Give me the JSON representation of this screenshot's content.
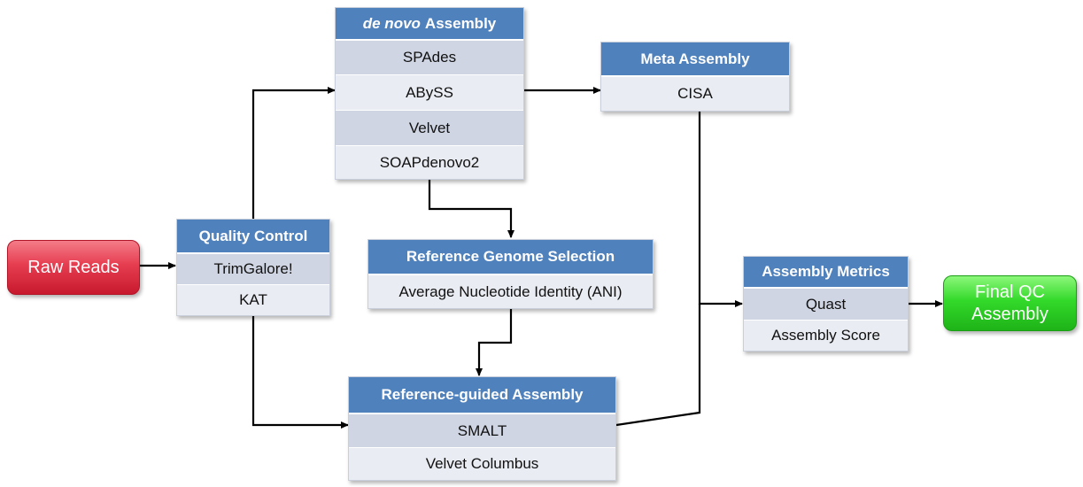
{
  "raw_reads": {
    "label": "Raw Reads"
  },
  "final_qc": {
    "line1": "Final QC",
    "line2": "Assembly"
  },
  "quality_control": {
    "title": "Quality Control",
    "items": [
      "TrimGalore!",
      "KAT"
    ]
  },
  "de_novo": {
    "title_italic": "de novo",
    "title_rest": "Assembly",
    "items": [
      "SPAdes",
      "ABySS",
      "Velvet",
      "SOAPdenovo2"
    ]
  },
  "meta_assembly": {
    "title": "Meta Assembly",
    "items": [
      "CISA"
    ]
  },
  "reference_selection": {
    "title": "Reference Genome Selection",
    "items": [
      "Average Nucleotide Identity (ANI)"
    ]
  },
  "reference_guided": {
    "title": "Reference-guided Assembly",
    "items": [
      "SMALT",
      "Velvet Columbus"
    ]
  },
  "assembly_metrics": {
    "title": "Assembly Metrics",
    "items": [
      "Quast",
      "Assembly Score"
    ]
  },
  "colors": {
    "header_blue": "#4f81bd",
    "row_dark": "#cfd5e3",
    "row_light": "#e9ecf2",
    "raw_red": "#e63d50",
    "final_green": "#33d92a"
  }
}
